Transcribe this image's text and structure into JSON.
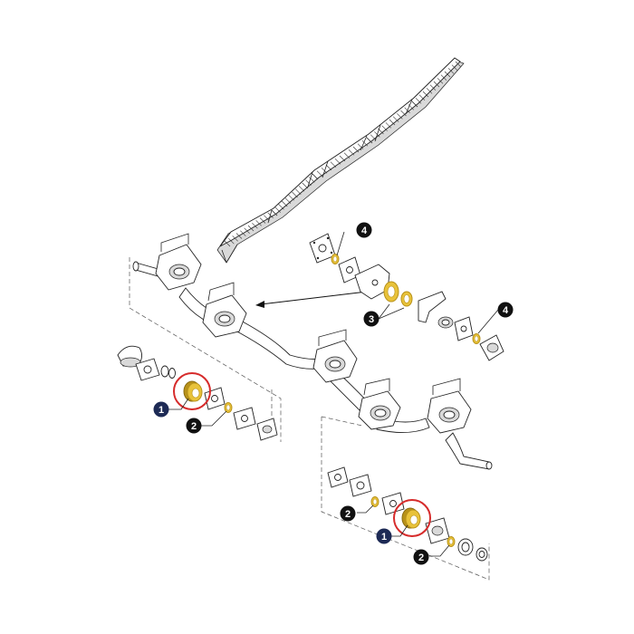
{
  "colors": {
    "highlight_ring": "#d62b2b",
    "bushing_gold": "#e8c23a",
    "bushing_gold_dark": "#b8921a",
    "callout_dark": "#111111",
    "callout_navy": "#1d2a55",
    "line": "#222222"
  },
  "callouts": [
    {
      "id": "callout-1a",
      "label": "1",
      "style": "navy"
    },
    {
      "id": "callout-1b",
      "label": "1",
      "style": "navy"
    },
    {
      "id": "callout-2a",
      "label": "2",
      "style": "dark"
    },
    {
      "id": "callout-2b",
      "label": "2",
      "style": "dark"
    },
    {
      "id": "callout-2c",
      "label": "2",
      "style": "dark"
    },
    {
      "id": "callout-3",
      "label": "3",
      "style": "dark"
    },
    {
      "id": "callout-4a",
      "label": "4",
      "style": "dark"
    },
    {
      "id": "callout-4b",
      "label": "4",
      "style": "dark"
    }
  ]
}
